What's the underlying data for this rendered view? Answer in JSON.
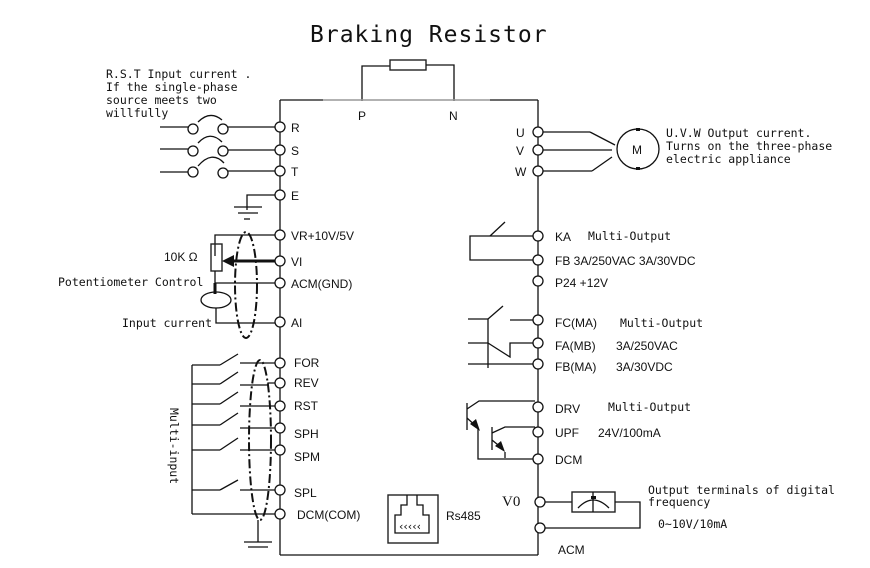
{
  "title": "Braking Resistor",
  "top_terminals": {
    "p": "P",
    "n": "N"
  },
  "notes": {
    "rst": [
      "R.S.T Input current .",
      "If the single-phase",
      "source meets two",
      "willfully"
    ],
    "uvw": [
      "U.V.W Output current.",
      "Turns on the three-phase",
      "electric appliance"
    ],
    "freq": [
      "Output terminals of digital",
      "frequency"
    ],
    "freq_range": "0~10V/10mA",
    "multi_input": "Multi-input",
    "pot_value": "10K Ω",
    "pot_control": "Potentiometer Control",
    "input_current": "Input current",
    "motor": "M",
    "rs485": "Rs485"
  },
  "left_terminals": [
    {
      "id": "R",
      "label": "R"
    },
    {
      "id": "S",
      "label": "S"
    },
    {
      "id": "T",
      "label": "T"
    },
    {
      "id": "E",
      "label": "E"
    },
    {
      "id": "VR",
      "label": "VR+10V/5V"
    },
    {
      "id": "VI",
      "label": "VI"
    },
    {
      "id": "ACM",
      "label": "ACM(GND)"
    },
    {
      "id": "AI",
      "label": "AI"
    },
    {
      "id": "FOR",
      "label": "FOR"
    },
    {
      "id": "REV",
      "label": "REV"
    },
    {
      "id": "RST",
      "label": "RST"
    },
    {
      "id": "SPH",
      "label": "SPH"
    },
    {
      "id": "SPM",
      "label": "SPM"
    },
    {
      "id": "SPL",
      "label": "SPL"
    },
    {
      "id": "DCM",
      "label": "DCM(COM)"
    }
  ],
  "right_terminals": [
    {
      "id": "U",
      "label": "U",
      "desc": ""
    },
    {
      "id": "V",
      "label": "V",
      "desc": ""
    },
    {
      "id": "W",
      "label": "W",
      "desc": ""
    },
    {
      "id": "KA",
      "label": "KA",
      "desc": "Multi-Output"
    },
    {
      "id": "FB",
      "label": "FB 3A/250VAC 3A/30VDC",
      "desc": ""
    },
    {
      "id": "P24",
      "label": "P24 +12V",
      "desc": ""
    },
    {
      "id": "FC",
      "label": "FC(MA)",
      "desc": "Multi-Output"
    },
    {
      "id": "FA",
      "label": "FA(MB)",
      "desc": "3A/250VAC"
    },
    {
      "id": "FB2",
      "label": "FB(MA)",
      "desc": "3A/30VDC"
    },
    {
      "id": "DRV",
      "label": "DRV",
      "desc": "Multi-Output"
    },
    {
      "id": "UPF",
      "label": "UPF",
      "desc": "24V/100mA"
    },
    {
      "id": "DCM",
      "label": "DCM",
      "desc": ""
    },
    {
      "id": "V0",
      "label": "V0",
      "desc": ""
    },
    {
      "id": "ACM",
      "label": "ACM",
      "desc": ""
    }
  ]
}
